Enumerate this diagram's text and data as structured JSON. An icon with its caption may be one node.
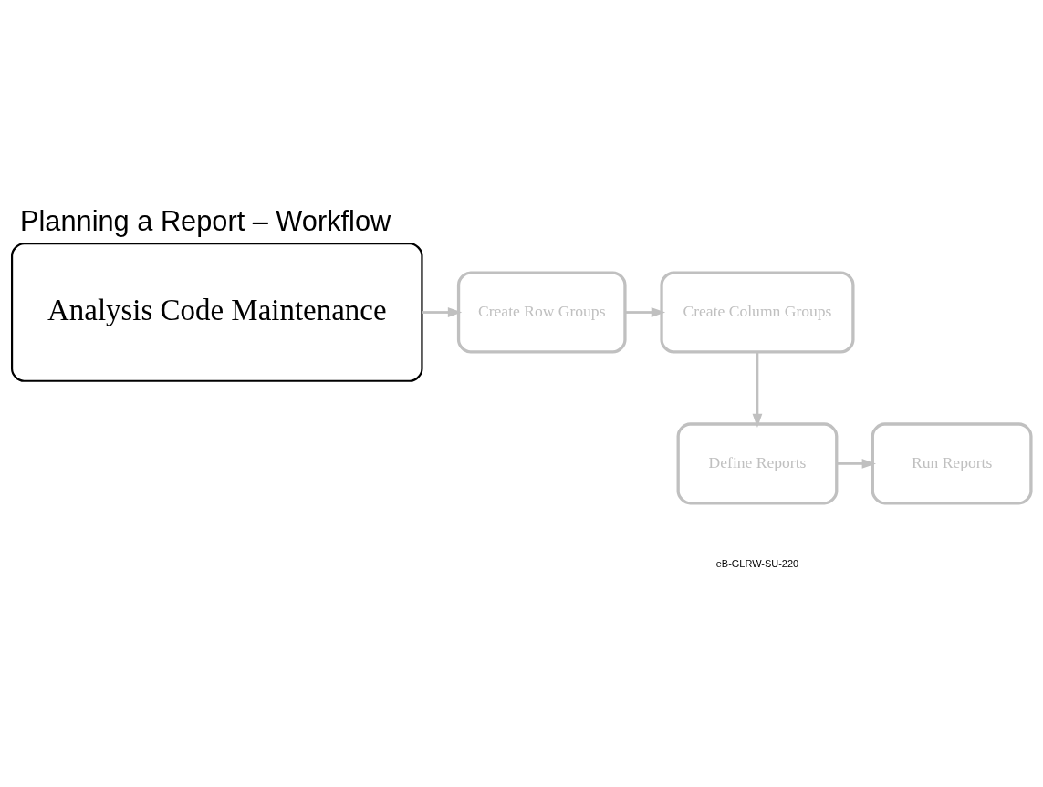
{
  "diagram": {
    "title": "Planning a Report – Workflow",
    "nodes": [
      {
        "text": [
          "Analysis Code Maintenance"
        ]
      },
      {
        "text": [
          "Create Row Groups"
        ]
      },
      {
        "text": [
          "Create Column Groups"
        ]
      },
      {
        "text": [
          "Define Reports"
        ]
      },
      {
        "text": [
          "Run Reports"
        ]
      }
    ],
    "edges": [
      {
        "from": 0,
        "to": 1,
        "arrow": "to"
      },
      {
        "from": 1,
        "to": 2,
        "arrow": "to"
      },
      {
        "from": 2,
        "to": 3,
        "arrow": "to"
      },
      {
        "from": 3,
        "to": 4,
        "arrow": "to"
      }
    ],
    "labels": [
      "eB-GLRW-SU-220"
    ]
  }
}
